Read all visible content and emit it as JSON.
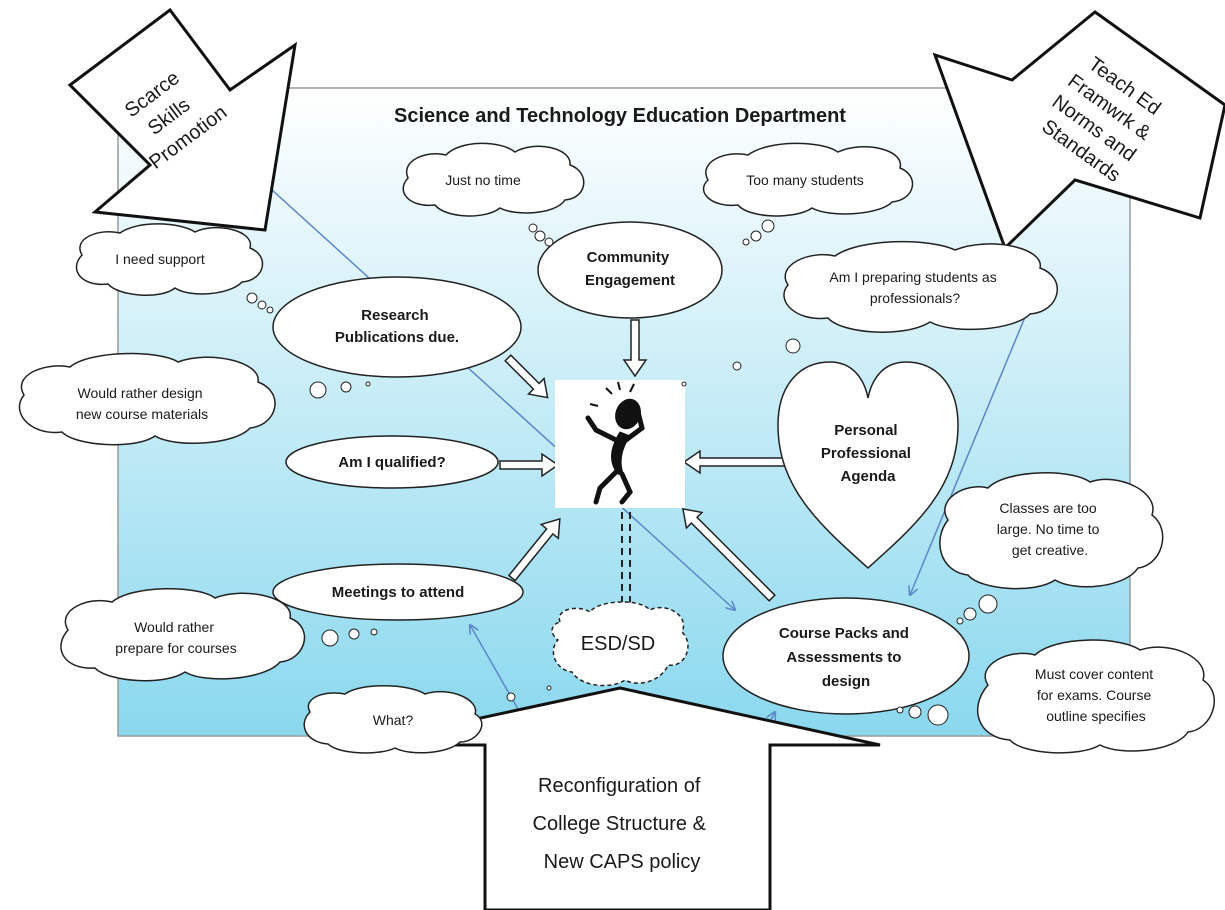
{
  "title": "Science and Technology Education Department",
  "colors": {
    "panel_top": "#ffffff",
    "panel_bottom": "#8ad8ee",
    "panel_border": "#9a9a9a",
    "connector": "#5b87c9",
    "shape_fill": "#ffffff",
    "shape_stroke": "#222222"
  },
  "pressures": {
    "top_left": [
      "Scarce",
      "Skills",
      "Promotion"
    ],
    "top_right": [
      "Teach Ed",
      "Framwrk &",
      "Norms and",
      "Standards"
    ],
    "bottom": [
      "Reconfiguration of",
      "College Structure &",
      "New CAPS policy"
    ]
  },
  "nodes": {
    "research": [
      "Research",
      "Publications due."
    ],
    "community": [
      "Community",
      "Engagement"
    ],
    "qualified": "Am I qualified?",
    "meetings": "Meetings to attend",
    "agenda": [
      "Personal",
      "Professional",
      "Agenda"
    ],
    "course_packs": [
      "Course Packs and",
      "Assessments to",
      "design"
    ],
    "esd": "ESD/SD"
  },
  "thoughts": {
    "no_time": "Just no time",
    "too_many": "Too many students",
    "support": "I need support",
    "preparing": [
      "Am I preparing students as",
      "professionals?"
    ],
    "design": [
      "Would rather design",
      "new course materials"
    ],
    "classes": [
      "Classes are too",
      "large. No time to",
      "get creative."
    ],
    "prepare": [
      "Would rather",
      "prepare for courses"
    ],
    "what": "What?",
    "cover": [
      "Must cover content",
      "for exams. Course",
      "outline specifies"
    ]
  },
  "center_icon": "stressed-stick-figure-icon"
}
